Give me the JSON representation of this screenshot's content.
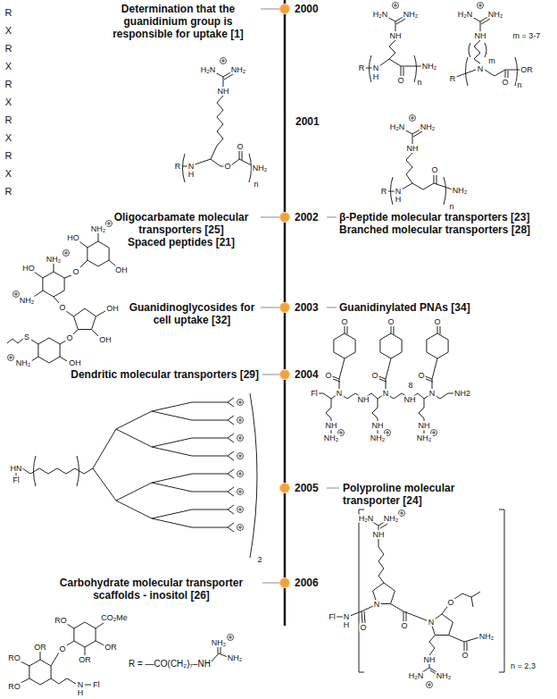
{
  "diagram": {
    "nodes": [
      {
        "text": [
          "2000"
        ]
      },
      {
        "text": [
          "2002"
        ]
      },
      {
        "text": [
          "2003"
        ]
      },
      {
        "text": [
          "2004"
        ]
      },
      {
        "text": [
          "2005"
        ]
      },
      {
        "text": [
          "2006"
        ]
      }
    ],
    "edges": [
      {
        "from": 0,
        "to": 1,
        "arrow": "none"
      },
      {
        "from": 1,
        "to": 2,
        "arrow": "none"
      },
      {
        "from": 2,
        "to": 3,
        "arrow": "none"
      },
      {
        "from": 3,
        "to": 4,
        "arrow": "none"
      },
      {
        "from": 4,
        "to": 5,
        "arrow": "none"
      }
    ],
    "labels": [
      "Determination that the guanidinium group is responsible for uptake [1]",
      "Oligocarbamate molecular transporters [25]",
      "Spaced peptides [21]",
      "Guanidinoglycosides for cell uptake [32]",
      "Dendritic molecular transporters [29]",
      "Carbohydrate molecular transporter scaffolds - inositol [26]",
      "β-Peptide molecular transporters [23]",
      "Branched molecular transporters [28]",
      "Guanidinylated PNAs [34]",
      "Polyproline molecular transporter [24]",
      "2001",
      "R X R X R X R X R X R",
      "H₂N",
      "NH₂",
      "NH",
      "R",
      "N",
      "H",
      "O",
      "NH₂",
      "n",
      "H₂N",
      "NH₂",
      "NH",
      "m",
      "N",
      "R",
      "O",
      "OR",
      "n",
      "m = 3-7",
      "H₂N",
      "NH₂",
      "NH",
      "R",
      "N",
      "H",
      "O",
      "NH₂",
      "n",
      "H₂N",
      "NH₂",
      "NH",
      "R",
      "N",
      "H",
      "O",
      "O",
      "NH₂",
      "n",
      "NH₂",
      "HO",
      "OH",
      "O",
      "HO",
      "NH₂",
      "NH₂",
      "O",
      "OH",
      "OH",
      "O",
      "S",
      "NH₂",
      "OH",
      "O",
      "O",
      "O",
      "O",
      "O",
      "O",
      "Fl",
      "N",
      "N",
      "N",
      "NH",
      "NH",
      "8",
      "NH2",
      "NH",
      "NH₂",
      "NH",
      "NH₂",
      "NH",
      "NH₂",
      "HN",
      "Fl",
      "2",
      "H₂N",
      "NH₂",
      "NH",
      "Fl",
      "N",
      "H",
      "O",
      "N",
      "O",
      "N",
      "O",
      "O",
      "NH₂",
      "NH",
      "H₂N",
      "NH₂",
      "n = 2,3",
      "CO₂Me",
      "RO",
      "OR",
      "OR",
      "O",
      "RO",
      "RO",
      "OR",
      "N",
      "H",
      "Fl",
      "R = —CO(CH₂)₇–NH",
      "NH₂",
      "NH₂"
    ]
  }
}
